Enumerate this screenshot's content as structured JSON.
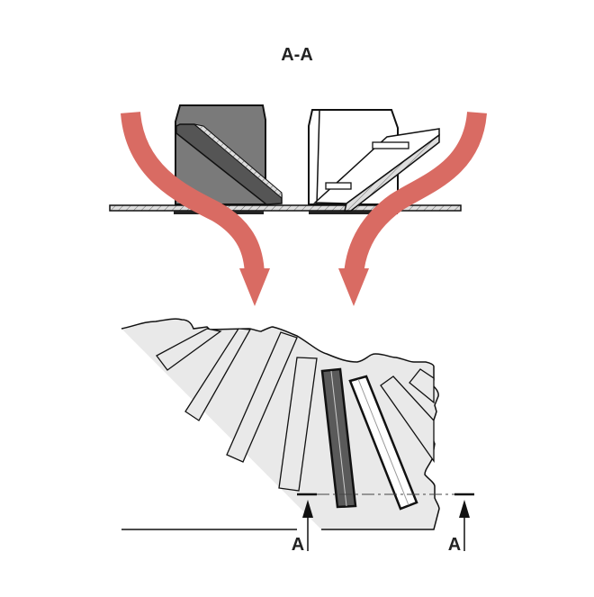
{
  "title": "A-A",
  "section_marks": {
    "left": "A",
    "right": "A"
  },
  "colors": {
    "arrow": "#d96b63",
    "dark_part": "#7a7a7a",
    "background_sheet": "#e9e9e9",
    "outline": "#111111"
  }
}
